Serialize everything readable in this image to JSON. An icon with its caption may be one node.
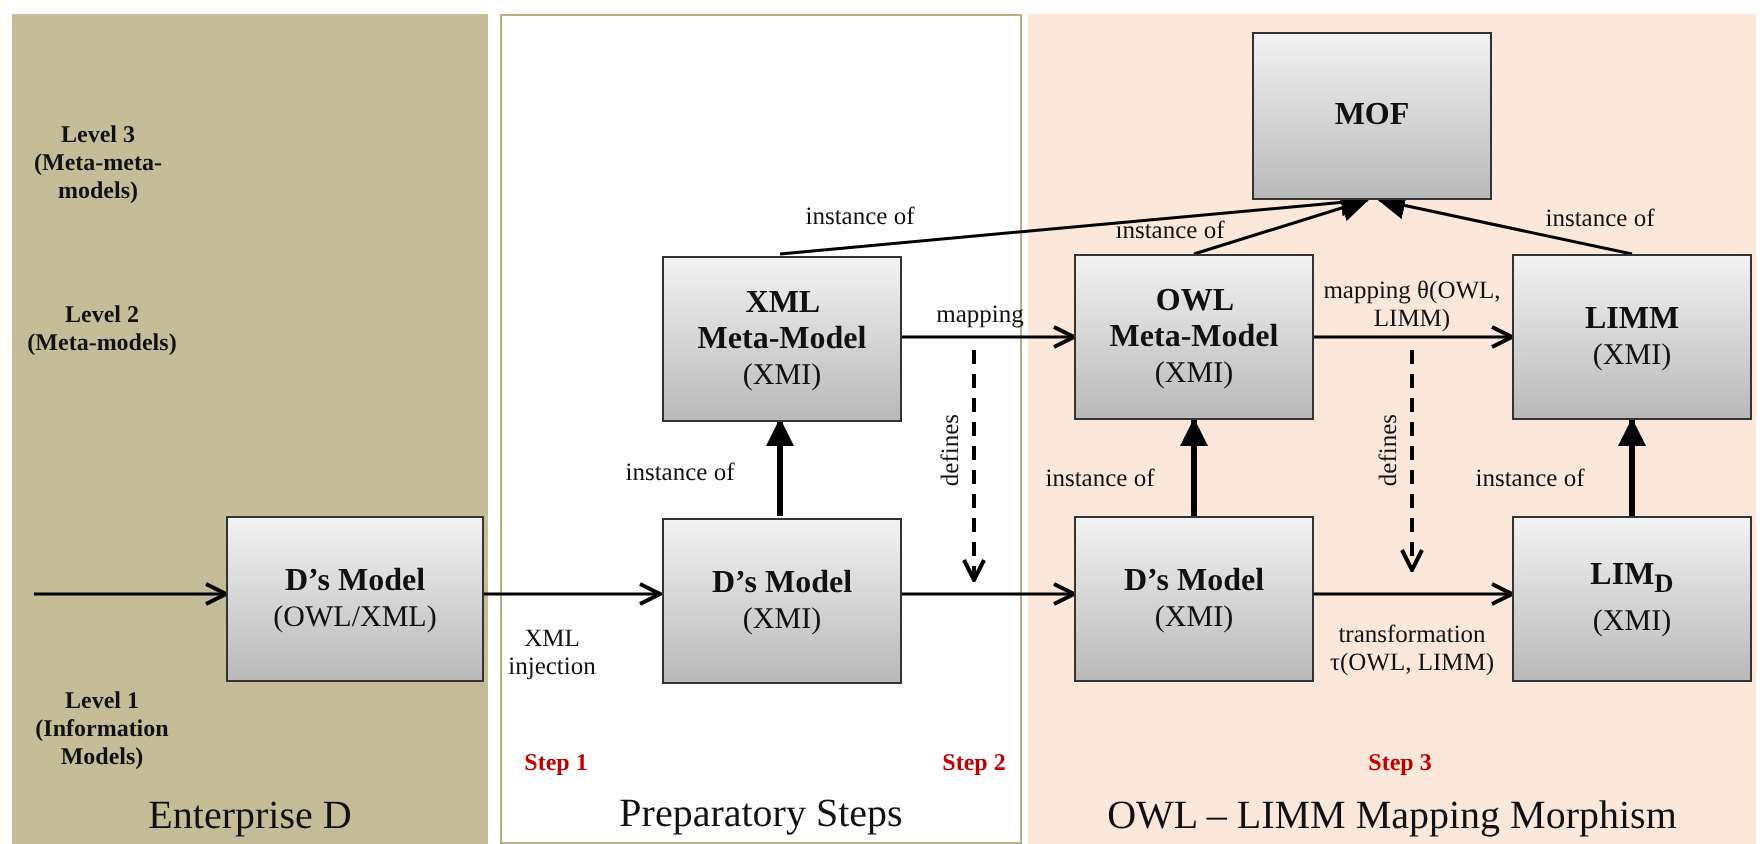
{
  "diagram": {
    "nodes": [
      {
        "text": [
          "Enterprise D"
        ]
      },
      {
        "text": [
          "Preparatory Steps"
        ]
      },
      {
        "text": [
          "OWL – LIMM Mapping Morphism"
        ]
      },
      {
        "text": [
          "D’s Model",
          "(OWL/XML)"
        ],
        "in": 0
      },
      {
        "text": [
          "XML Meta-Model",
          "(XMI)"
        ],
        "in": 1
      },
      {
        "text": [
          "D’s Model",
          "(XMI)"
        ],
        "in": 1
      },
      {
        "text": [
          "MOF"
        ],
        "in": 2
      },
      {
        "text": [
          "OWL Meta-Model",
          "(XMI)"
        ],
        "in": 2
      },
      {
        "text": [
          "LIMM",
          "(XMI)"
        ],
        "in": 2
      },
      {
        "text": [
          "D’s Model",
          "(XMI)"
        ],
        "in": 2
      },
      {
        "text": [
          "LIM$_{D}$",
          "(XMI)"
        ],
        "in": 2
      }
    ],
    "edges": [
      {
        "from": null,
        "to": 3,
        "arrow": "to"
      },
      {
        "from": 3,
        "to": 5,
        "arrow": "to",
        "label": "XML injection"
      },
      {
        "from": 5,
        "to": 4,
        "arrow": "to",
        "label": "instance of",
        "style": "thick"
      },
      {
        "from": 4,
        "to": 7,
        "arrow": "to",
        "label": "mapping"
      },
      {
        "from": 5,
        "to": 9,
        "arrow": "to"
      },
      {
        "from": 4,
        "to": 6,
        "arrow": "to",
        "label": "instance of"
      },
      {
        "from": 7,
        "to": 6,
        "arrow": "to",
        "label": "instance of"
      },
      {
        "from": 8,
        "to": 6,
        "arrow": "to",
        "label": "instance of"
      },
      {
        "from": 9,
        "to": 7,
        "arrow": "to",
        "label": "instance of",
        "style": "thick"
      },
      {
        "from": 7,
        "to": 8,
        "arrow": "to",
        "label": "mapping θ(OWL, LIMM)"
      },
      {
        "from": 9,
        "to": 10,
        "arrow": "to",
        "label": "transformation τ(OWL, LIMM)"
      },
      {
        "from": 10,
        "to": 8,
        "arrow": "to",
        "label": "instance of",
        "style": "thick"
      }
    ],
    "labels": [
      "Level 3 (Meta-meta-models)",
      "Level 2 (Meta-models)",
      "defines",
      "defines",
      "Level 1 (Information Models)",
      "Step 1",
      "Step 2",
      "Step 3"
    ]
  }
}
